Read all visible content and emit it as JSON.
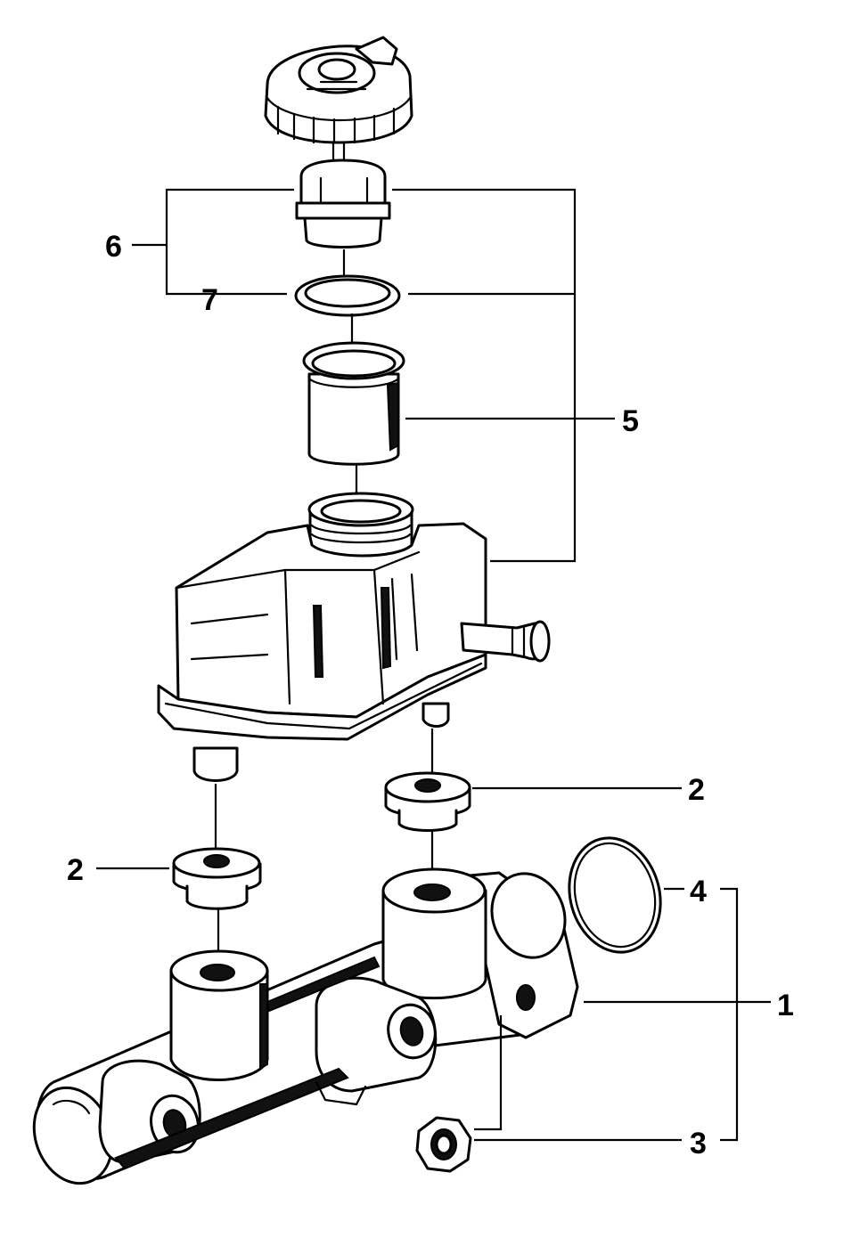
{
  "callouts": {
    "c1": "1",
    "c2a": "2",
    "c2b": "2",
    "c3": "3",
    "c4": "4",
    "c5": "5",
    "c6": "6",
    "c7": "7"
  },
  "colors": {
    "line": "#000000",
    "background": "#ffffff"
  }
}
